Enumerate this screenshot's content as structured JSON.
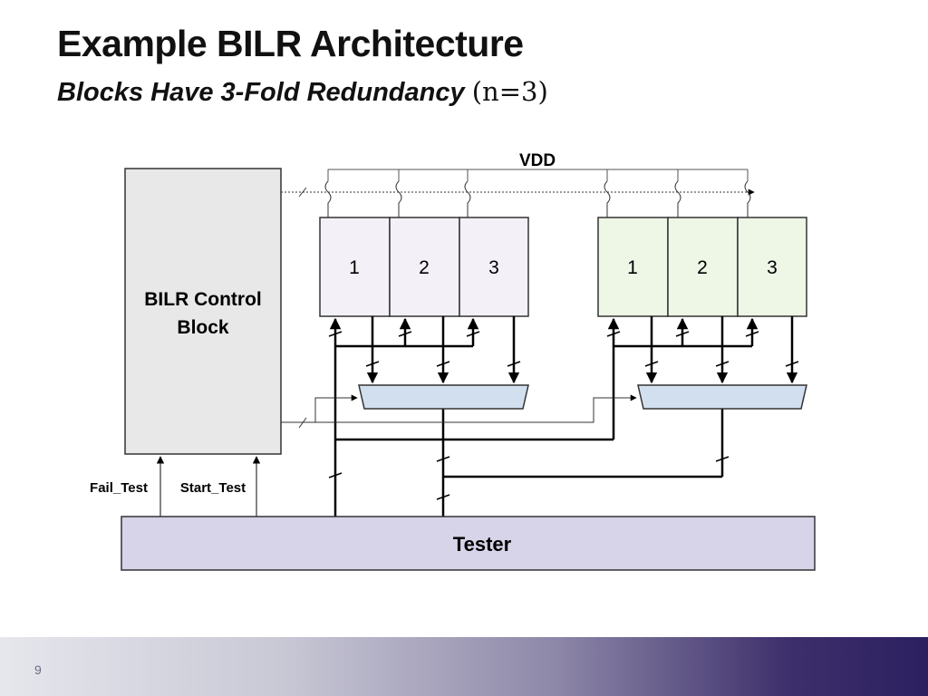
{
  "slide": {
    "title": "Example BILR Architecture",
    "subtitle_italic": "Blocks Have 3-Fold Redundancy",
    "subtitle_eq_open": "(",
    "subtitle_eq": "n=3",
    "subtitle_eq_close": ")",
    "page_number": "9"
  },
  "diagram": {
    "vdd_label": "VDD",
    "control_block_label_line1": "BILR Control",
    "control_block_label_line2": "Block",
    "group1_block_labels": [
      "1",
      "2",
      "3"
    ],
    "group2_block_labels": [
      "1",
      "2",
      "3"
    ],
    "tester_label": "Tester",
    "fail_test_label": "Fail_Test",
    "start_test_label": "Start_Test"
  },
  "colors": {
    "group1_fill": "#f3f0f8",
    "group2_fill": "#eef6e6",
    "mux_fill": "#d2dfef",
    "tester_fill": "#d7d3e8",
    "control_fill": "#e8e8e8"
  }
}
